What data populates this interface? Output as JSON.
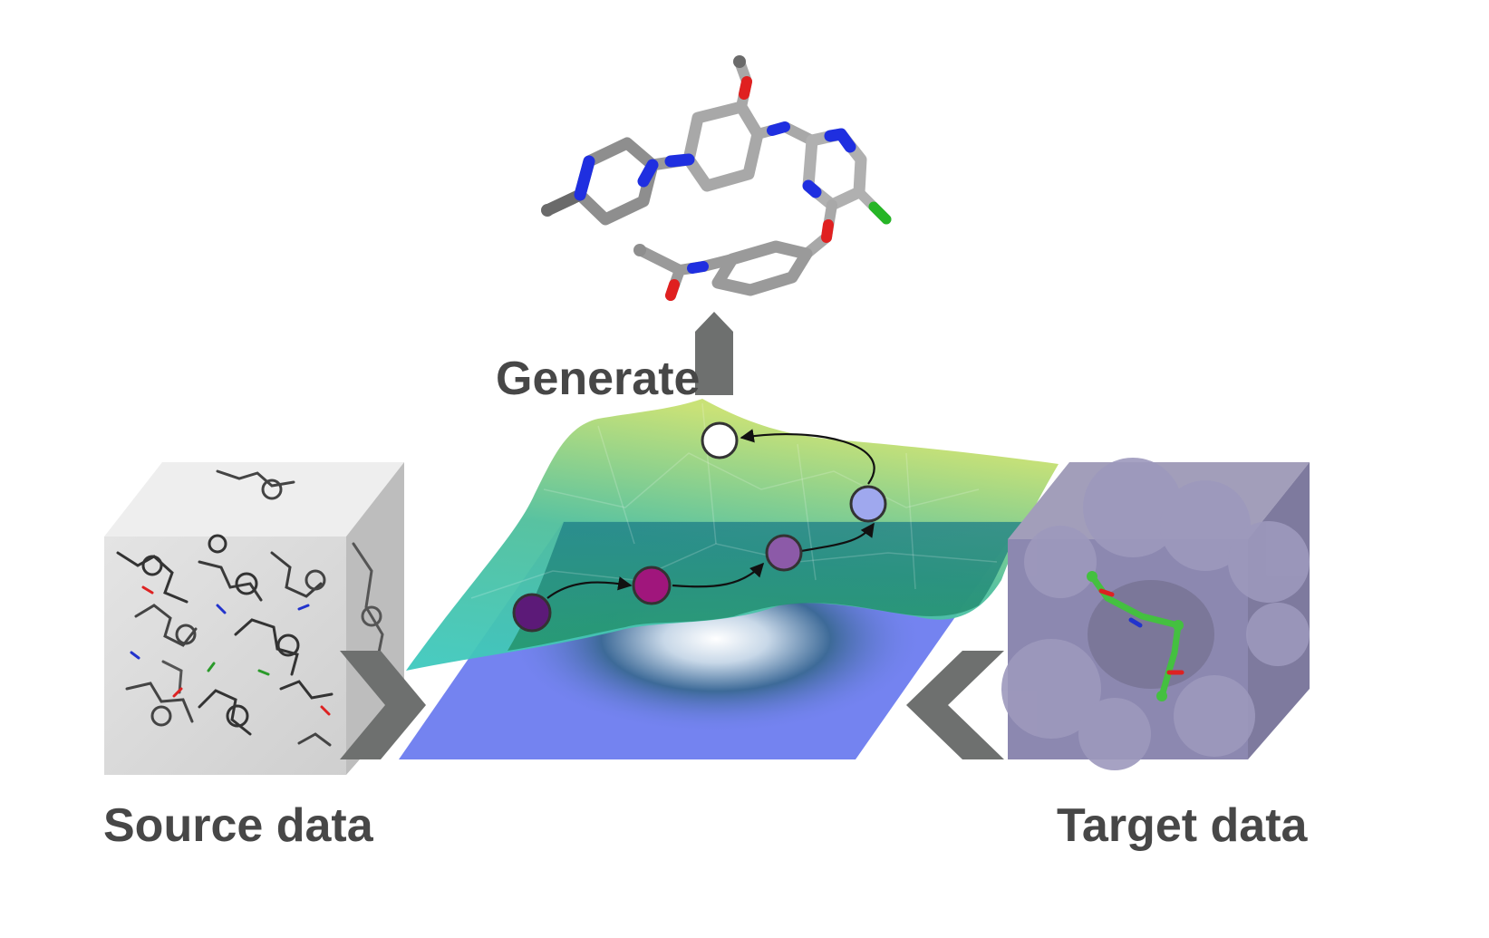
{
  "labels": {
    "generate": "Generate",
    "source": "Source data",
    "target": "Target data"
  },
  "colors": {
    "text": "#474747",
    "arrow": "#6e706f",
    "plane": "#7483f0",
    "surface_low": "#3ec9bf",
    "surface_high": "#c6e070",
    "target_box": "#8c88b0",
    "source_box": "#dcdcdc",
    "trajectory": [
      "#5c1a78",
      "#a0167c",
      "#8c5aa8",
      "#9fa8ee",
      "#ffffff"
    ]
  },
  "icons": {
    "molecule": "3d-molecule-stick-model",
    "source_cube": "molecule-collection-cube",
    "target_cube": "protein-pocket-cube",
    "landscape": "energy-landscape-surface"
  }
}
